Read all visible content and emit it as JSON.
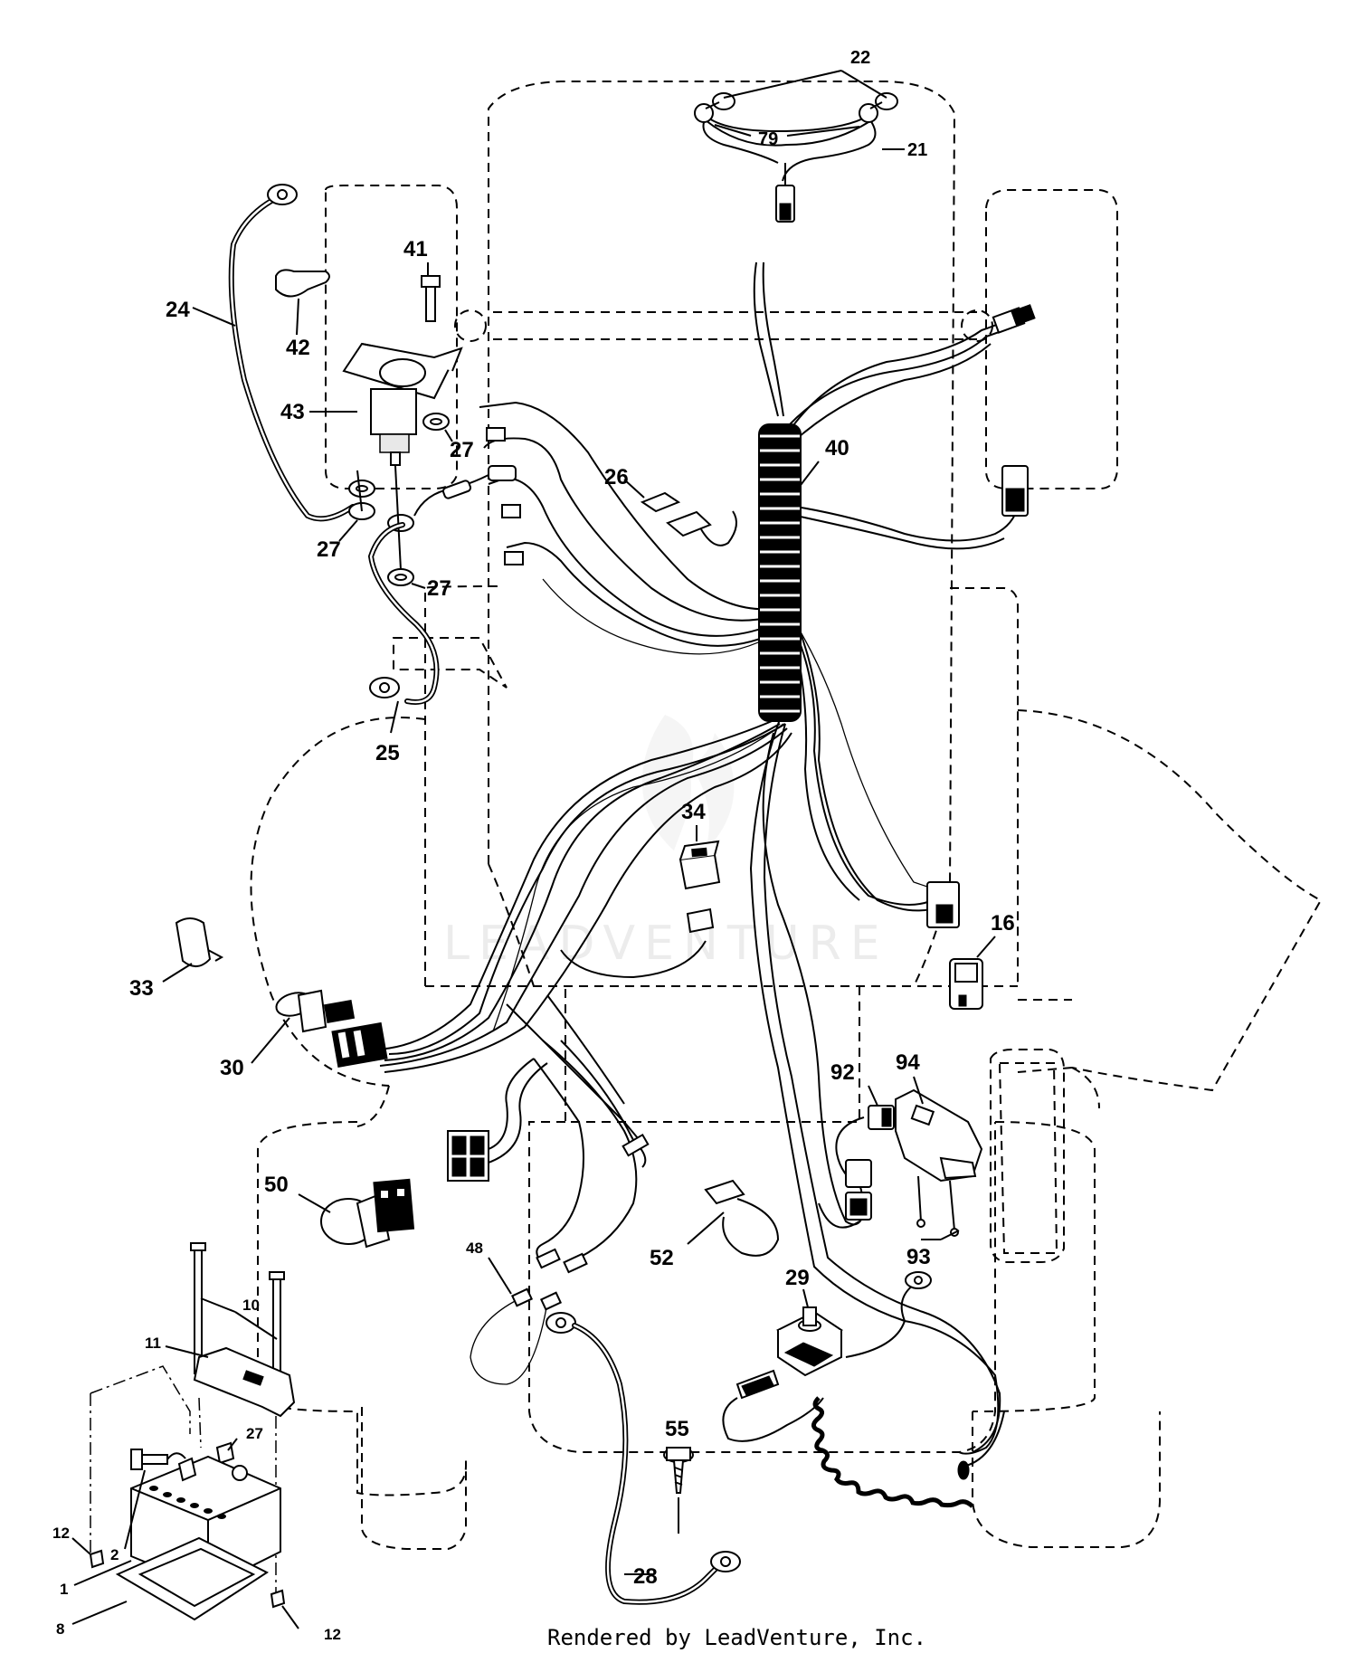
{
  "watermark": "LEADVENTURE",
  "footer": "Rendered by LeadVenture, Inc.",
  "callouts": {
    "c22": "22",
    "c79": "79",
    "c21": "21",
    "c24": "24",
    "c42": "42",
    "c41": "41",
    "c43": "43",
    "c27a": "27",
    "c27b": "27",
    "c27c": "27",
    "c26": "26",
    "c40": "40",
    "c25": "25",
    "c34": "34",
    "c16": "16",
    "c33": "33",
    "c30": "30",
    "c94": "94",
    "c92": "92",
    "c50": "50",
    "c93": "93",
    "c10": "10",
    "c11": "11",
    "c48": "48",
    "c52": "52",
    "c29": "29",
    "c27d": "27",
    "c55": "55",
    "c12a": "12",
    "c2": "2",
    "c28": "28",
    "c1": "1",
    "c8": "8",
    "c12b": "12"
  }
}
